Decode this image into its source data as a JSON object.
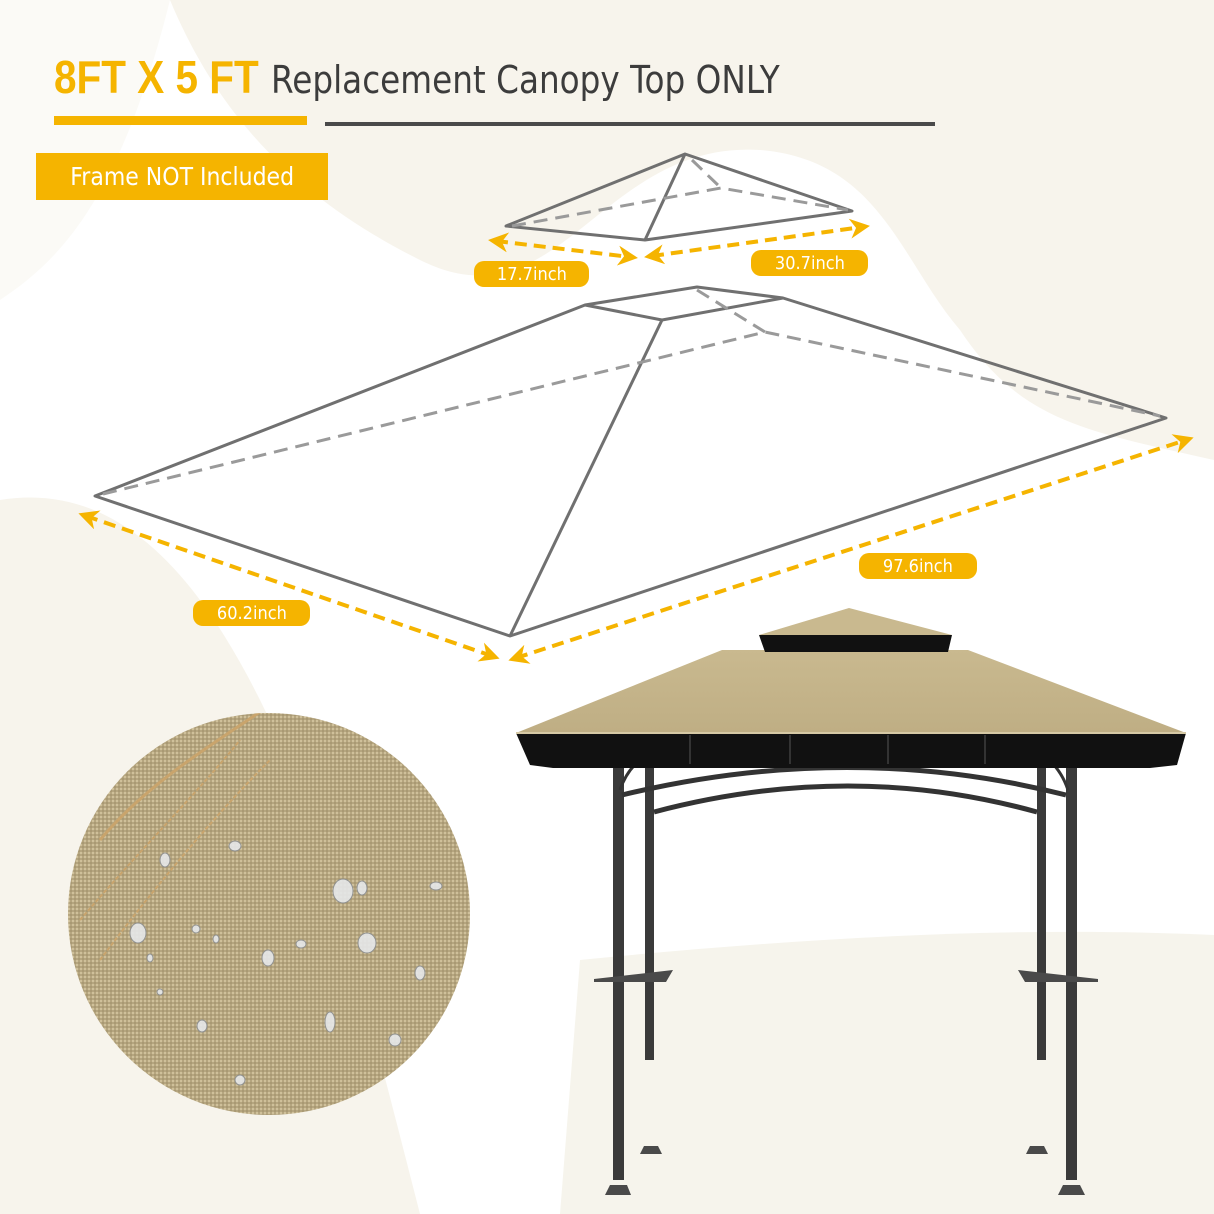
{
  "header": {
    "size_label": "8FT X 5 FT",
    "title": "Replacement Canopy Top ONLY"
  },
  "badge": {
    "label": "Frame NOT Included"
  },
  "dimensions": {
    "top_depth": "17.7inch",
    "top_width": "30.7inch",
    "main_length": "97.6inch",
    "main_depth": "60.2inch"
  },
  "images": {
    "fabric_closeup": "waterproof-fabric-closeup",
    "gazebo": "double-tier-grill-gazebo"
  },
  "colors": {
    "accent": "#f5b400",
    "text_dark": "#3c3c3c",
    "outline": "#707070",
    "canopy": "#c8b88f",
    "frame": "#3a3a3a",
    "background_cream": "#f7f4ec"
  }
}
